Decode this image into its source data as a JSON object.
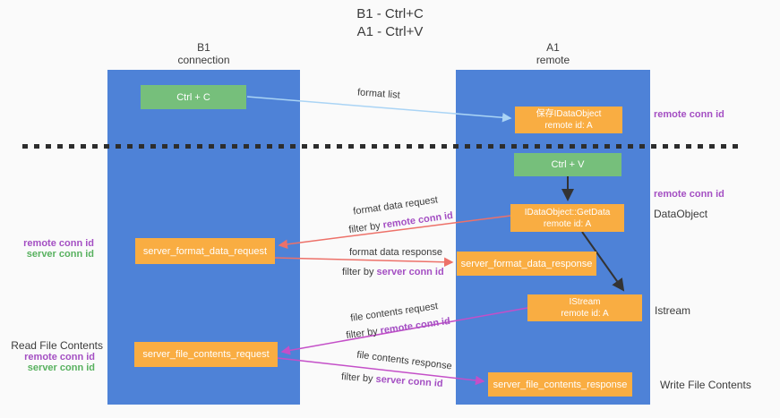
{
  "title": {
    "line1": "B1 - Ctrl+C",
    "line2": "A1 - Ctrl+V"
  },
  "lifelines": {
    "b1": {
      "name": "B1",
      "role": "connection"
    },
    "a1": {
      "name": "A1",
      "role": "remote"
    }
  },
  "nodes": {
    "ctrl_c": {
      "label": "Ctrl + C"
    },
    "save_idataobject": {
      "line1": "保存IDataObject",
      "line2": "remote id: A"
    },
    "ctrl_v": {
      "label": "Ctrl + V"
    },
    "getdata": {
      "line1": "IDataObject::GetData",
      "line2": "remote id: A"
    },
    "server_format_data_request": {
      "label": "server_format_data_request"
    },
    "server_format_data_response": {
      "label": "server_format_data_response"
    },
    "istream": {
      "line1": "IStream",
      "line2": "remote id: A"
    },
    "server_file_contents_request": {
      "label": "server_file_contents_request"
    },
    "server_file_contents_response": {
      "label": "server_file_contents_response"
    }
  },
  "edge_labels": {
    "format_list": "format list",
    "filter_by": "filter by ",
    "format_data_request": "format data request",
    "format_data_request_filter_id": "remote conn id",
    "format_data_response": "format data response",
    "format_data_response_filter_id": "server conn id",
    "file_contents_request": "file contents request",
    "file_contents_request_filter_id": "remote conn id",
    "file_contents_response": "file contents response",
    "file_contents_response_filter_id": "server conn id"
  },
  "side_labels": {
    "left_format_remote": "remote conn id",
    "left_format_server": "server conn id",
    "left_file_title": "Read File Contents",
    "left_file_remote": "remote conn id",
    "left_file_server": "server conn id",
    "right_top_remote": "remote conn id",
    "right_mid_remote": "remote conn id",
    "right_dataobject": "DataObject",
    "right_istream": "Istream",
    "right_write": "Write File Contents"
  },
  "colors": {
    "lifeline_blue": "#4e82d7",
    "node_green": "#76bf7b",
    "node_orange": "#f9ad42",
    "arrow_lightblue": "#aad4f5",
    "arrow_salmon": "#ed7169",
    "arrow_magenta": "#c44fc8",
    "arrow_black": "#333333",
    "id_purple": "#a44fc3",
    "id_green": "#58b15f",
    "background": "#fafafa"
  }
}
